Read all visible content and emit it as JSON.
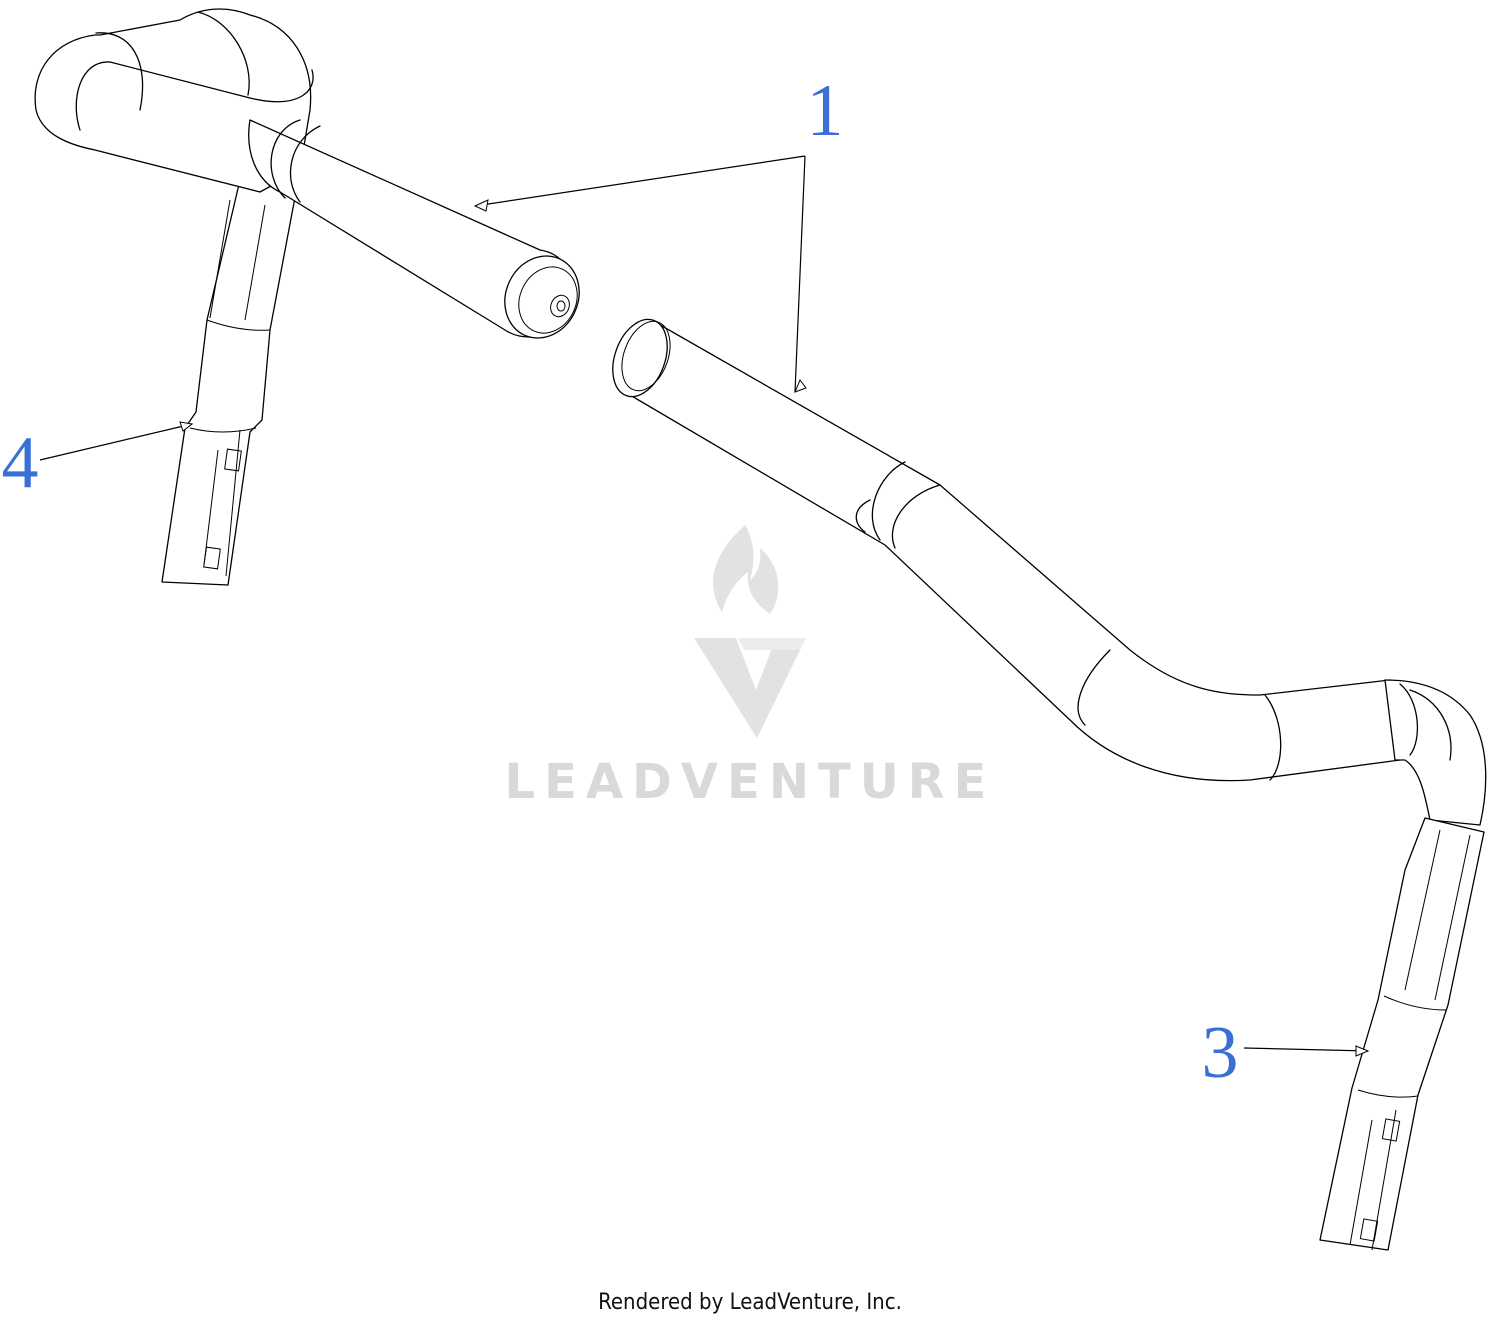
{
  "diagram": {
    "callouts": [
      {
        "id": "1",
        "label": "1"
      },
      {
        "id": "4",
        "label": "4"
      },
      {
        "id": "3",
        "label": "3"
      }
    ],
    "callout_color": "#3a6fd6"
  },
  "watermark": {
    "text": "LEADVENTURE",
    "icon": "flame-v-logo-icon",
    "color": "#d9d9d9"
  },
  "footer": {
    "credit": "Rendered by LeadVenture, Inc."
  }
}
